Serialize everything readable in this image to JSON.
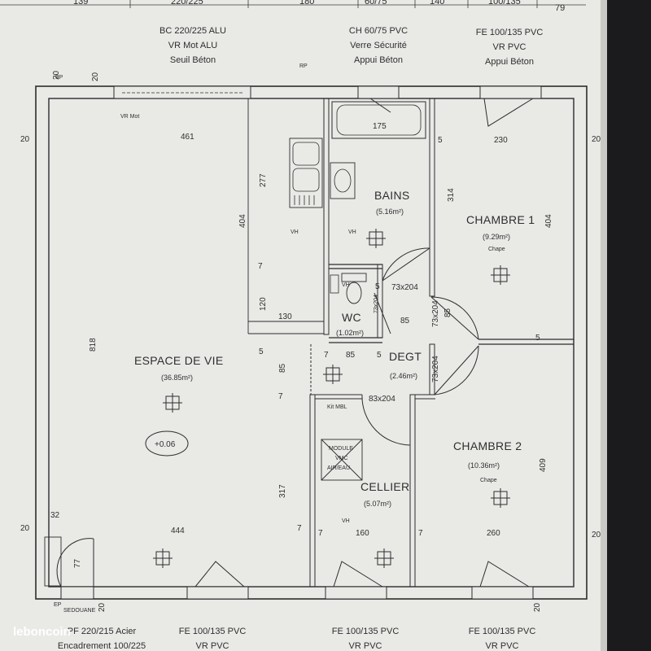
{
  "watermark": "leboncoin",
  "top_dims": [
    "139",
    "220/225",
    "180",
    "60/75",
    "140",
    "100/135",
    "79"
  ],
  "top_openings": [
    {
      "lines": [
        "BC 220/225 ALU",
        "VR Mot ALU",
        "Seuil Béton"
      ]
    },
    {
      "lines": [
        "CH 60/75 PVC",
        "Verre Sécurité",
        "Appui Béton"
      ]
    },
    {
      "lines": [
        "FE 100/135 PVC",
        "VR PVC",
        "Appui Béton"
      ]
    }
  ],
  "bottom_openings": [
    {
      "lines": [
        "PF 220/215 Acier",
        "Encadrement 100/225"
      ]
    },
    {
      "lines": [
        "FE 100/135 PVC",
        "VR PVC"
      ]
    },
    {
      "lines": [
        "FE 100/135 PVC",
        "VR PVC"
      ]
    },
    {
      "lines": [
        "FE 100/135 PVC",
        "VR PVC"
      ]
    }
  ],
  "rooms": {
    "espace_de_vie": {
      "name": "ESPACE DE VIE",
      "area": "(36.85m²)"
    },
    "bains": {
      "name": "BAINS",
      "area": "(5.16m²)"
    },
    "chambre1": {
      "name": "CHAMBRE 1",
      "area": "(9.29m²)",
      "floor": "Chape"
    },
    "wc": {
      "name": "WC",
      "area": "(1.02m²)"
    },
    "degt": {
      "name": "DEGT",
      "area": "(2.46m²)"
    },
    "chambre2": {
      "name": "CHAMBRE 2",
      "area": "(10.36m²)",
      "floor": "Chape"
    },
    "cellier": {
      "name": "CELLIER",
      "area": "(5.07m²)"
    }
  },
  "level_marker": "+0.06",
  "dims": {
    "d461": "461",
    "d175": "175",
    "d230": "230",
    "d277": "277",
    "d404": "404",
    "d404b": "404",
    "d314": "314",
    "d120": "120",
    "d130": "130",
    "d818": "818",
    "d85a": "85",
    "d85b": "85",
    "d85c": "85",
    "d85d": "85",
    "d5a": "5",
    "d5b": "5",
    "d5c": "5",
    "d5d": "5",
    "d5e": "5",
    "d7a": "7",
    "d7b": "7",
    "d7c": "7",
    "d7d": "7",
    "d7e": "7",
    "d7f": "7",
    "d317": "317",
    "d409": "409",
    "d444": "444",
    "d160": "160",
    "d260": "260",
    "d32": "32",
    "d77": "77",
    "d20a": "20",
    "d20b": "20",
    "d20c": "20",
    "d20d": "20",
    "d20e": "20",
    "d20f": "20",
    "d20g": "20",
    "d20h": "20"
  },
  "doors": {
    "d1": "73x204",
    "d2": "73x204",
    "d3": "73x204",
    "d4": "73x204",
    "d5": "83x204"
  },
  "labels": {
    "ep_top": "EP",
    "rp": "RP",
    "vr_mot": "VR Mot",
    "vmc_cuisine": "VH",
    "vmc_bains": "VH",
    "vmc_wc": "VH",
    "vmc_cellier": "VH",
    "module_vmc": [
      "MODULE",
      "VMC",
      "AIR/EAU"
    ],
    "kit_mbl": "Kit MBL",
    "ep_bottom": "EP",
    "sideway": "SEDOUANE"
  }
}
